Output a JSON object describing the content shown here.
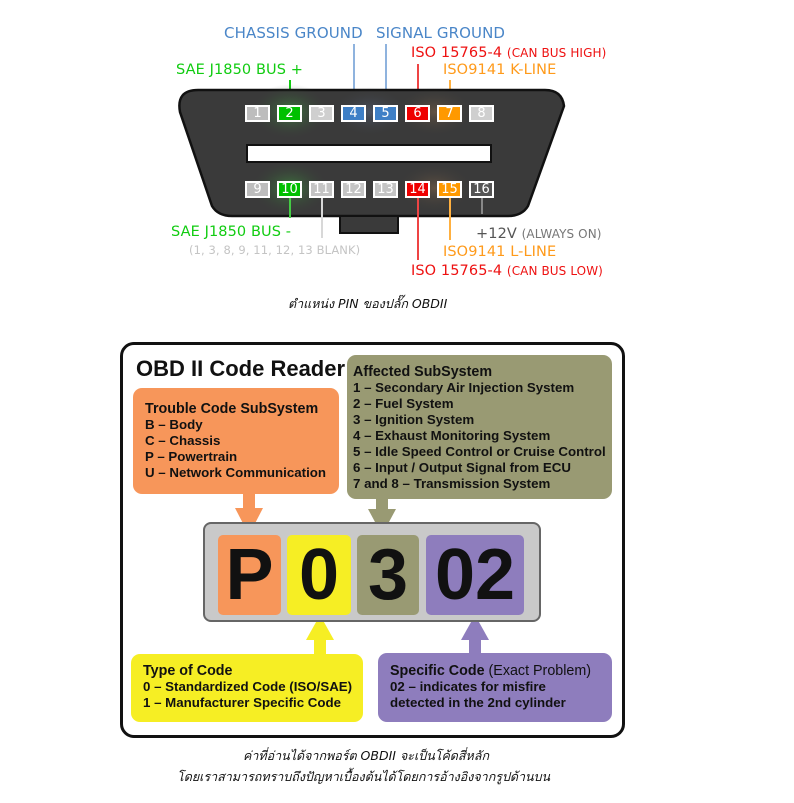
{
  "connector": {
    "labels": {
      "chassis_ground": "CHASSIS GROUND",
      "signal_ground": "SIGNAL GROUND",
      "can_high_main": "ISO 15765-4",
      "can_high_sub": "(CAN BUS HIGH)",
      "j1850_plus": "SAE J1850 BUS +",
      "kline": "ISO9141 K-LINE",
      "j1850_minus": "SAE J1850 BUS -",
      "blank_note": "(1, 3, 8, 9, 11, 12, 13 BLANK)",
      "power_main": "+12V",
      "power_sub": "(ALWAYS ON)",
      "lline": "ISO9141 L-LINE",
      "can_low_main": "ISO 15765-4",
      "can_low_sub": "(CAN BUS LOW)"
    },
    "pins_top": [
      "1",
      "2",
      "3",
      "4",
      "5",
      "6",
      "7",
      "8"
    ],
    "pins_bottom": [
      "9",
      "10",
      "11",
      "12",
      "13",
      "14",
      "15",
      "16"
    ],
    "colors": {
      "green": "#00c800",
      "blue": "#3e7fc6",
      "red": "#ee0000",
      "orange": "#ff9900",
      "gray": "#c8c8c8",
      "dark": "#555555",
      "body": "#3a3a3a"
    },
    "caption": "ตำแหน่ง PIN ของปลั๊ก OBDII"
  },
  "reader": {
    "title": "OBD II Code Reader",
    "trouble": {
      "heading": "Trouble Code SubSystem",
      "items": [
        "B – Body",
        "C – Chassis",
        "P – Powertrain",
        "U – Network Communication"
      ]
    },
    "affected": {
      "heading": "Affected SubSystem",
      "items": [
        "1 – Secondary Air Injection System",
        "2 – Fuel System",
        "3 – Ignition System",
        "4 – Exhaust Monitoring System",
        "5 – Idle Speed Control or Cruise Control",
        "6 – Input / Output Signal from ECU",
        "7 and 8 – Transmission System"
      ]
    },
    "code": [
      "P",
      "0",
      "3",
      "02"
    ],
    "type": {
      "heading": "Type of Code",
      "items": [
        "0 – Standardized Code (ISO/SAE)",
        "1 – Manufacturer Specific Code"
      ]
    },
    "specific": {
      "heading": "Specific Code",
      "heading_sub": "(Exact Problem)",
      "items": [
        "02 –  indicates for misfire",
        "detected in the 2nd cylinder"
      ]
    },
    "colors": {
      "orange": "#f7965a",
      "olive": "#999a73",
      "yellow": "#f6ee24",
      "purple": "#8e7dbd",
      "bar": "#c9c9c9"
    }
  },
  "footer": {
    "line1": "ค่าที่อ่านได้จากพอร์ต OBDII จะเป็นโค้ดสี่หลัก",
    "line2": "โดยเราสามารถทราบถึงปัญหาเบื้องต้นได้โดยการอ้างอิงจากรูปด้านบน"
  }
}
